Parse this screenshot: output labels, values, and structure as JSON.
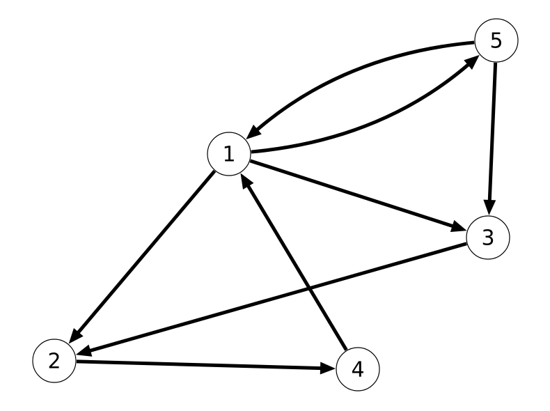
{
  "graph": {
    "directed": true,
    "node_labels": [
      "1",
      "2",
      "3",
      "4",
      "5"
    ],
    "edges": [
      {
        "from": "1",
        "to": "2"
      },
      {
        "from": "1",
        "to": "3"
      },
      {
        "from": "1",
        "to": "5"
      },
      {
        "from": "5",
        "to": "1"
      },
      {
        "from": "5",
        "to": "3"
      },
      {
        "from": "3",
        "to": "2"
      },
      {
        "from": "2",
        "to": "4"
      },
      {
        "from": "4",
        "to": "1"
      }
    ],
    "colors": {
      "edge": "#000000",
      "node_fill": "#ffffff",
      "node_stroke": "#000000"
    }
  }
}
